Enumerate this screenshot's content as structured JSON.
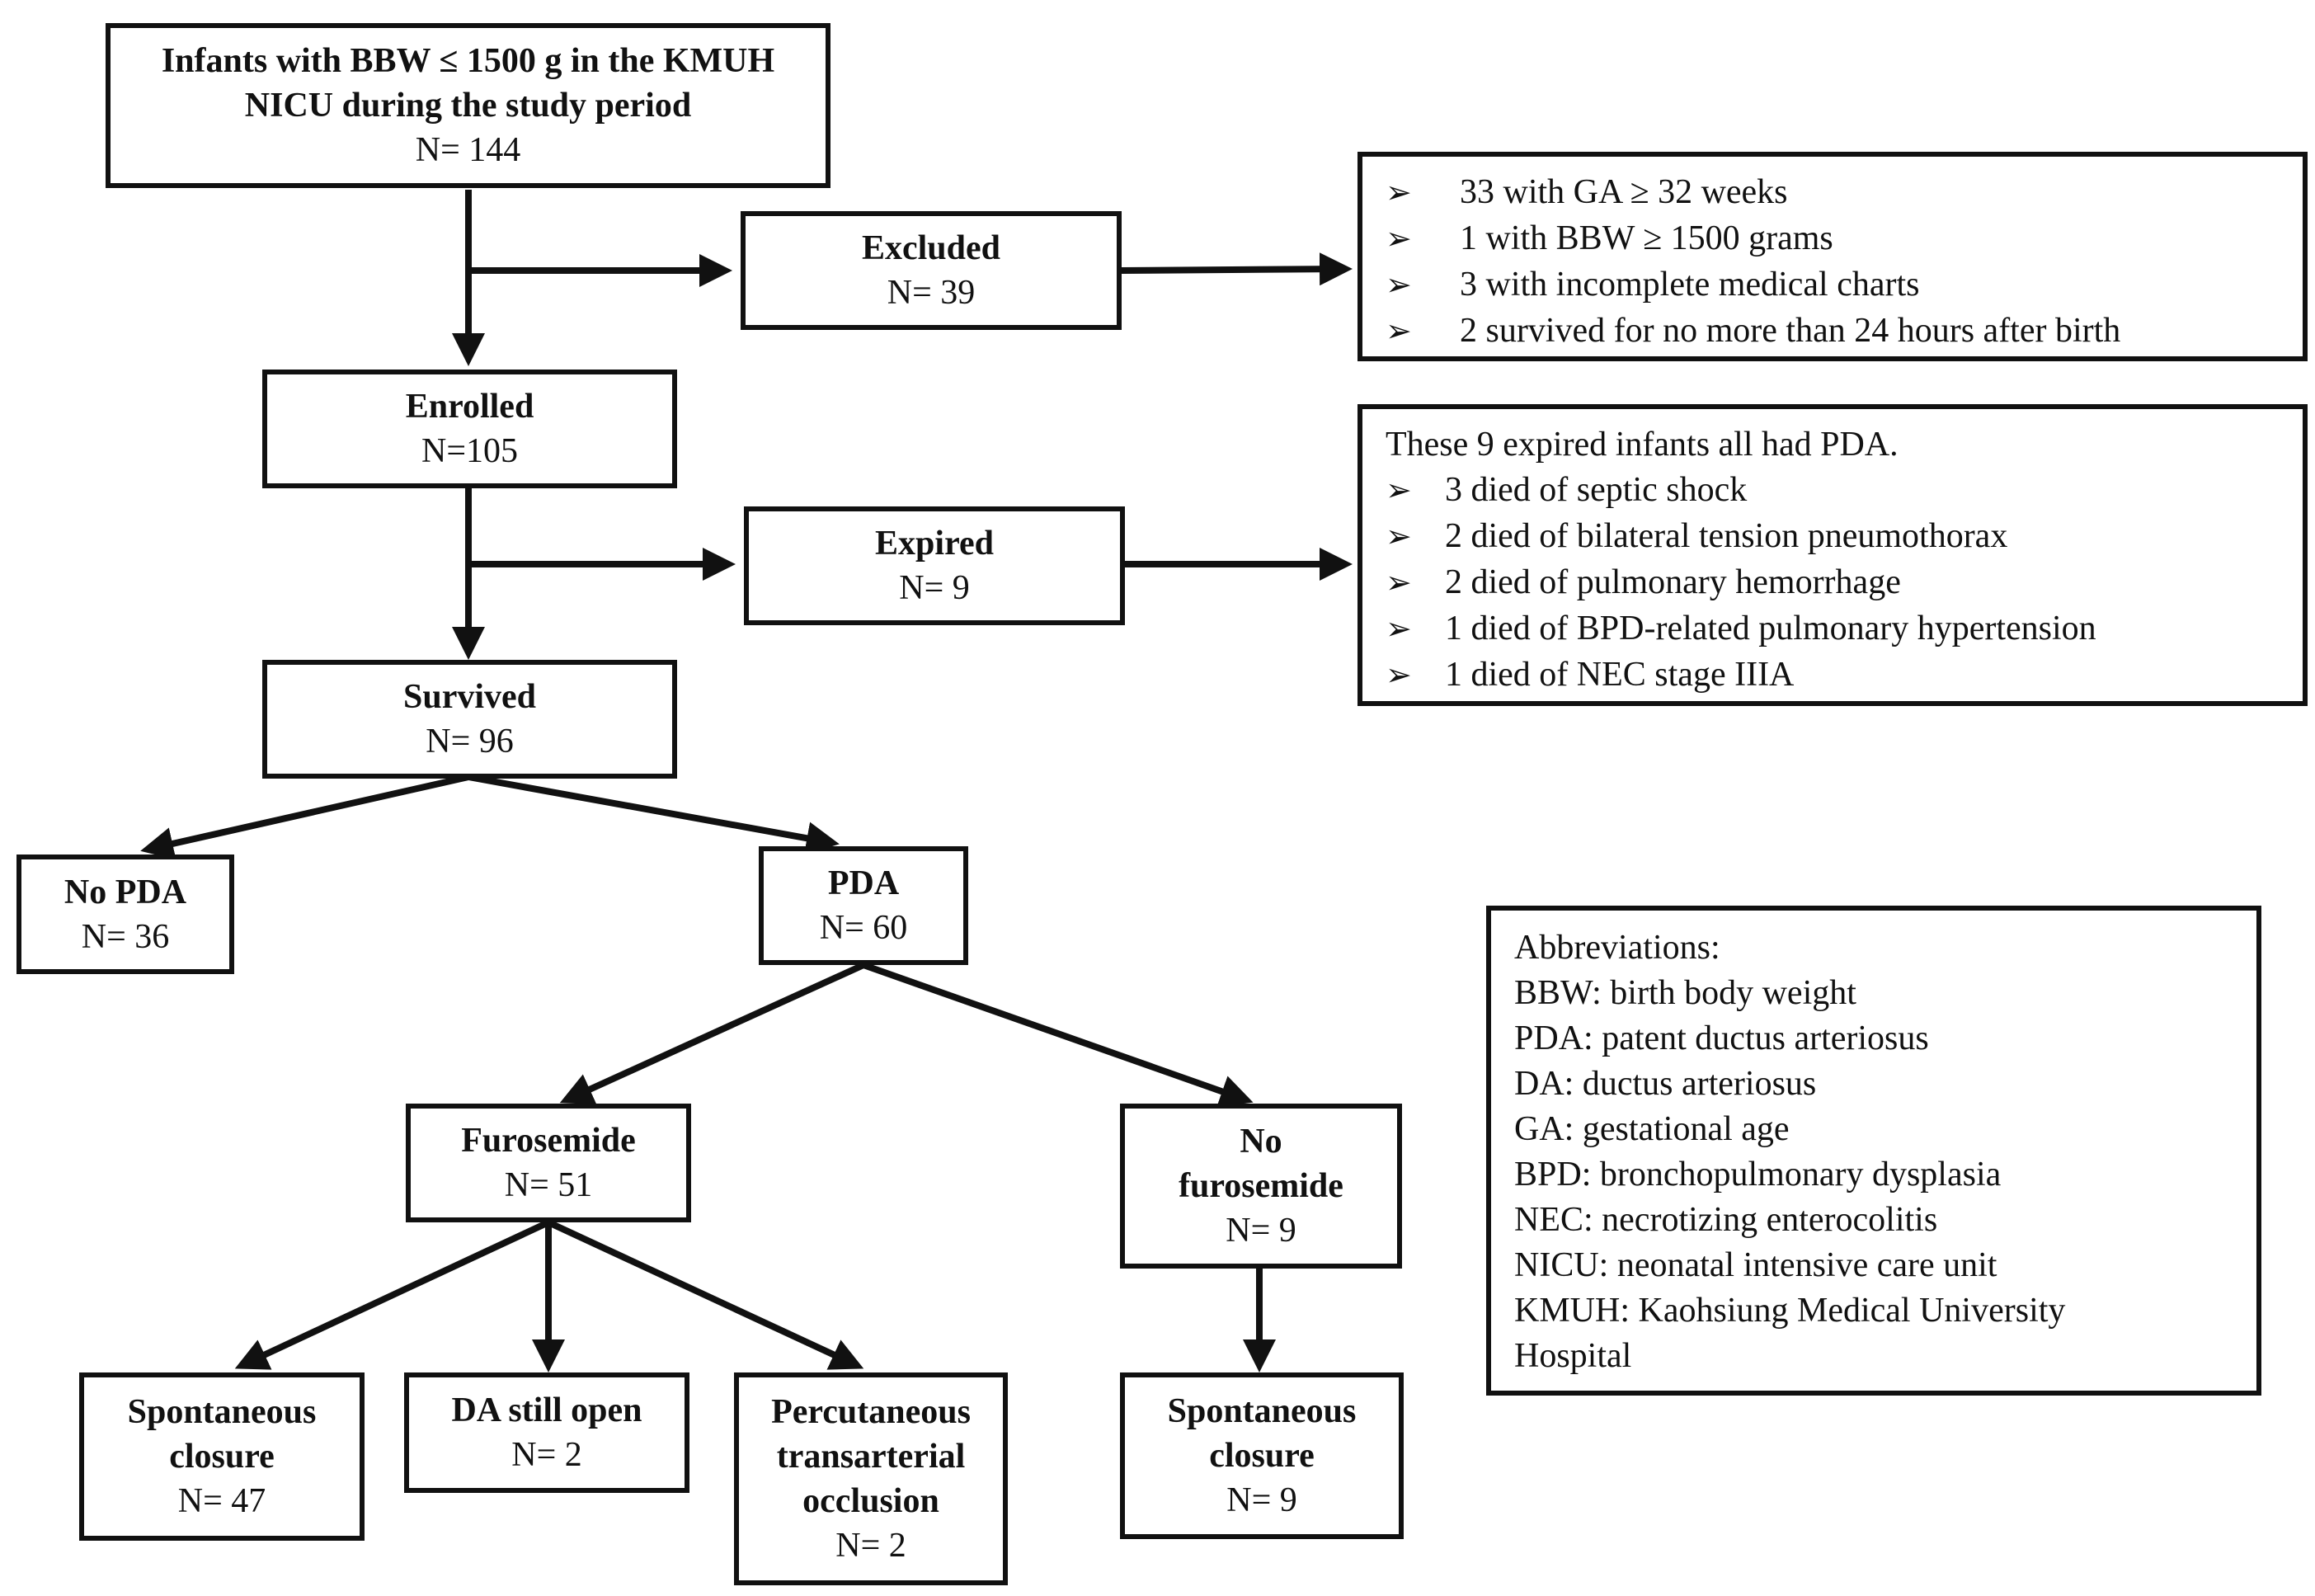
{
  "nodes": {
    "infants": {
      "lines": [
        "Infants with BBW ≤ 1500 g in the KMUH",
        "NICU during the study period",
        "N= 144"
      ]
    },
    "excluded": {
      "lines": [
        "Excluded",
        "N= 39"
      ]
    },
    "enrolled": {
      "lines": [
        "Enrolled",
        "N=105"
      ]
    },
    "expired": {
      "lines": [
        "Expired",
        "N= 9"
      ]
    },
    "survived": {
      "lines": [
        "Survived",
        "N= 96"
      ]
    },
    "no_pda": {
      "lines": [
        "No PDA",
        "N= 36"
      ]
    },
    "pda": {
      "lines": [
        "PDA",
        "N= 60"
      ]
    },
    "furosemide": {
      "lines": [
        "Furosemide",
        "N= 51"
      ]
    },
    "no_furosemide": {
      "lines": [
        "No",
        "furosemide",
        "N= 9"
      ]
    },
    "spont_closure_1": {
      "lines": [
        "Spontaneous",
        "closure",
        "N= 47"
      ]
    },
    "da_still_open": {
      "lines": [
        "DA still open",
        "N= 2"
      ]
    },
    "percutaneous": {
      "lines": [
        "Percutaneous",
        "transarterial",
        "occlusion",
        "N= 2"
      ]
    },
    "spont_closure_2": {
      "lines": [
        "Spontaneous",
        "closure",
        "N= 9"
      ]
    }
  },
  "excluded_notes": {
    "bullet": "➢",
    "items": [
      "33 with GA ≥ 32 weeks",
      "1 with BBW ≥ 1500 grams",
      "3 with incomplete medical charts",
      "2 survived for no more than 24 hours after birth"
    ]
  },
  "expired_notes": {
    "intro": "These 9 expired infants all had PDA.",
    "bullet": "➢",
    "items": [
      "3 died of septic shock",
      "2 died of bilateral tension pneumothorax",
      "2 died of pulmonary hemorrhage",
      "1 died of BPD-related pulmonary hypertension",
      "1 died of NEC stage IIIA"
    ]
  },
  "abbreviations": {
    "heading": "Abbreviations:",
    "items": [
      "BBW: birth body weight",
      "PDA: patent ductus arteriosus",
      "DA: ductus arteriosus",
      "GA: gestational age",
      "BPD: bronchopulmonary dysplasia",
      "NEC: necrotizing enterocolitis",
      "NICU: neonatal intensive care unit",
      "KMUH: Kaohsiung Medical University",
      "Hospital"
    ]
  }
}
